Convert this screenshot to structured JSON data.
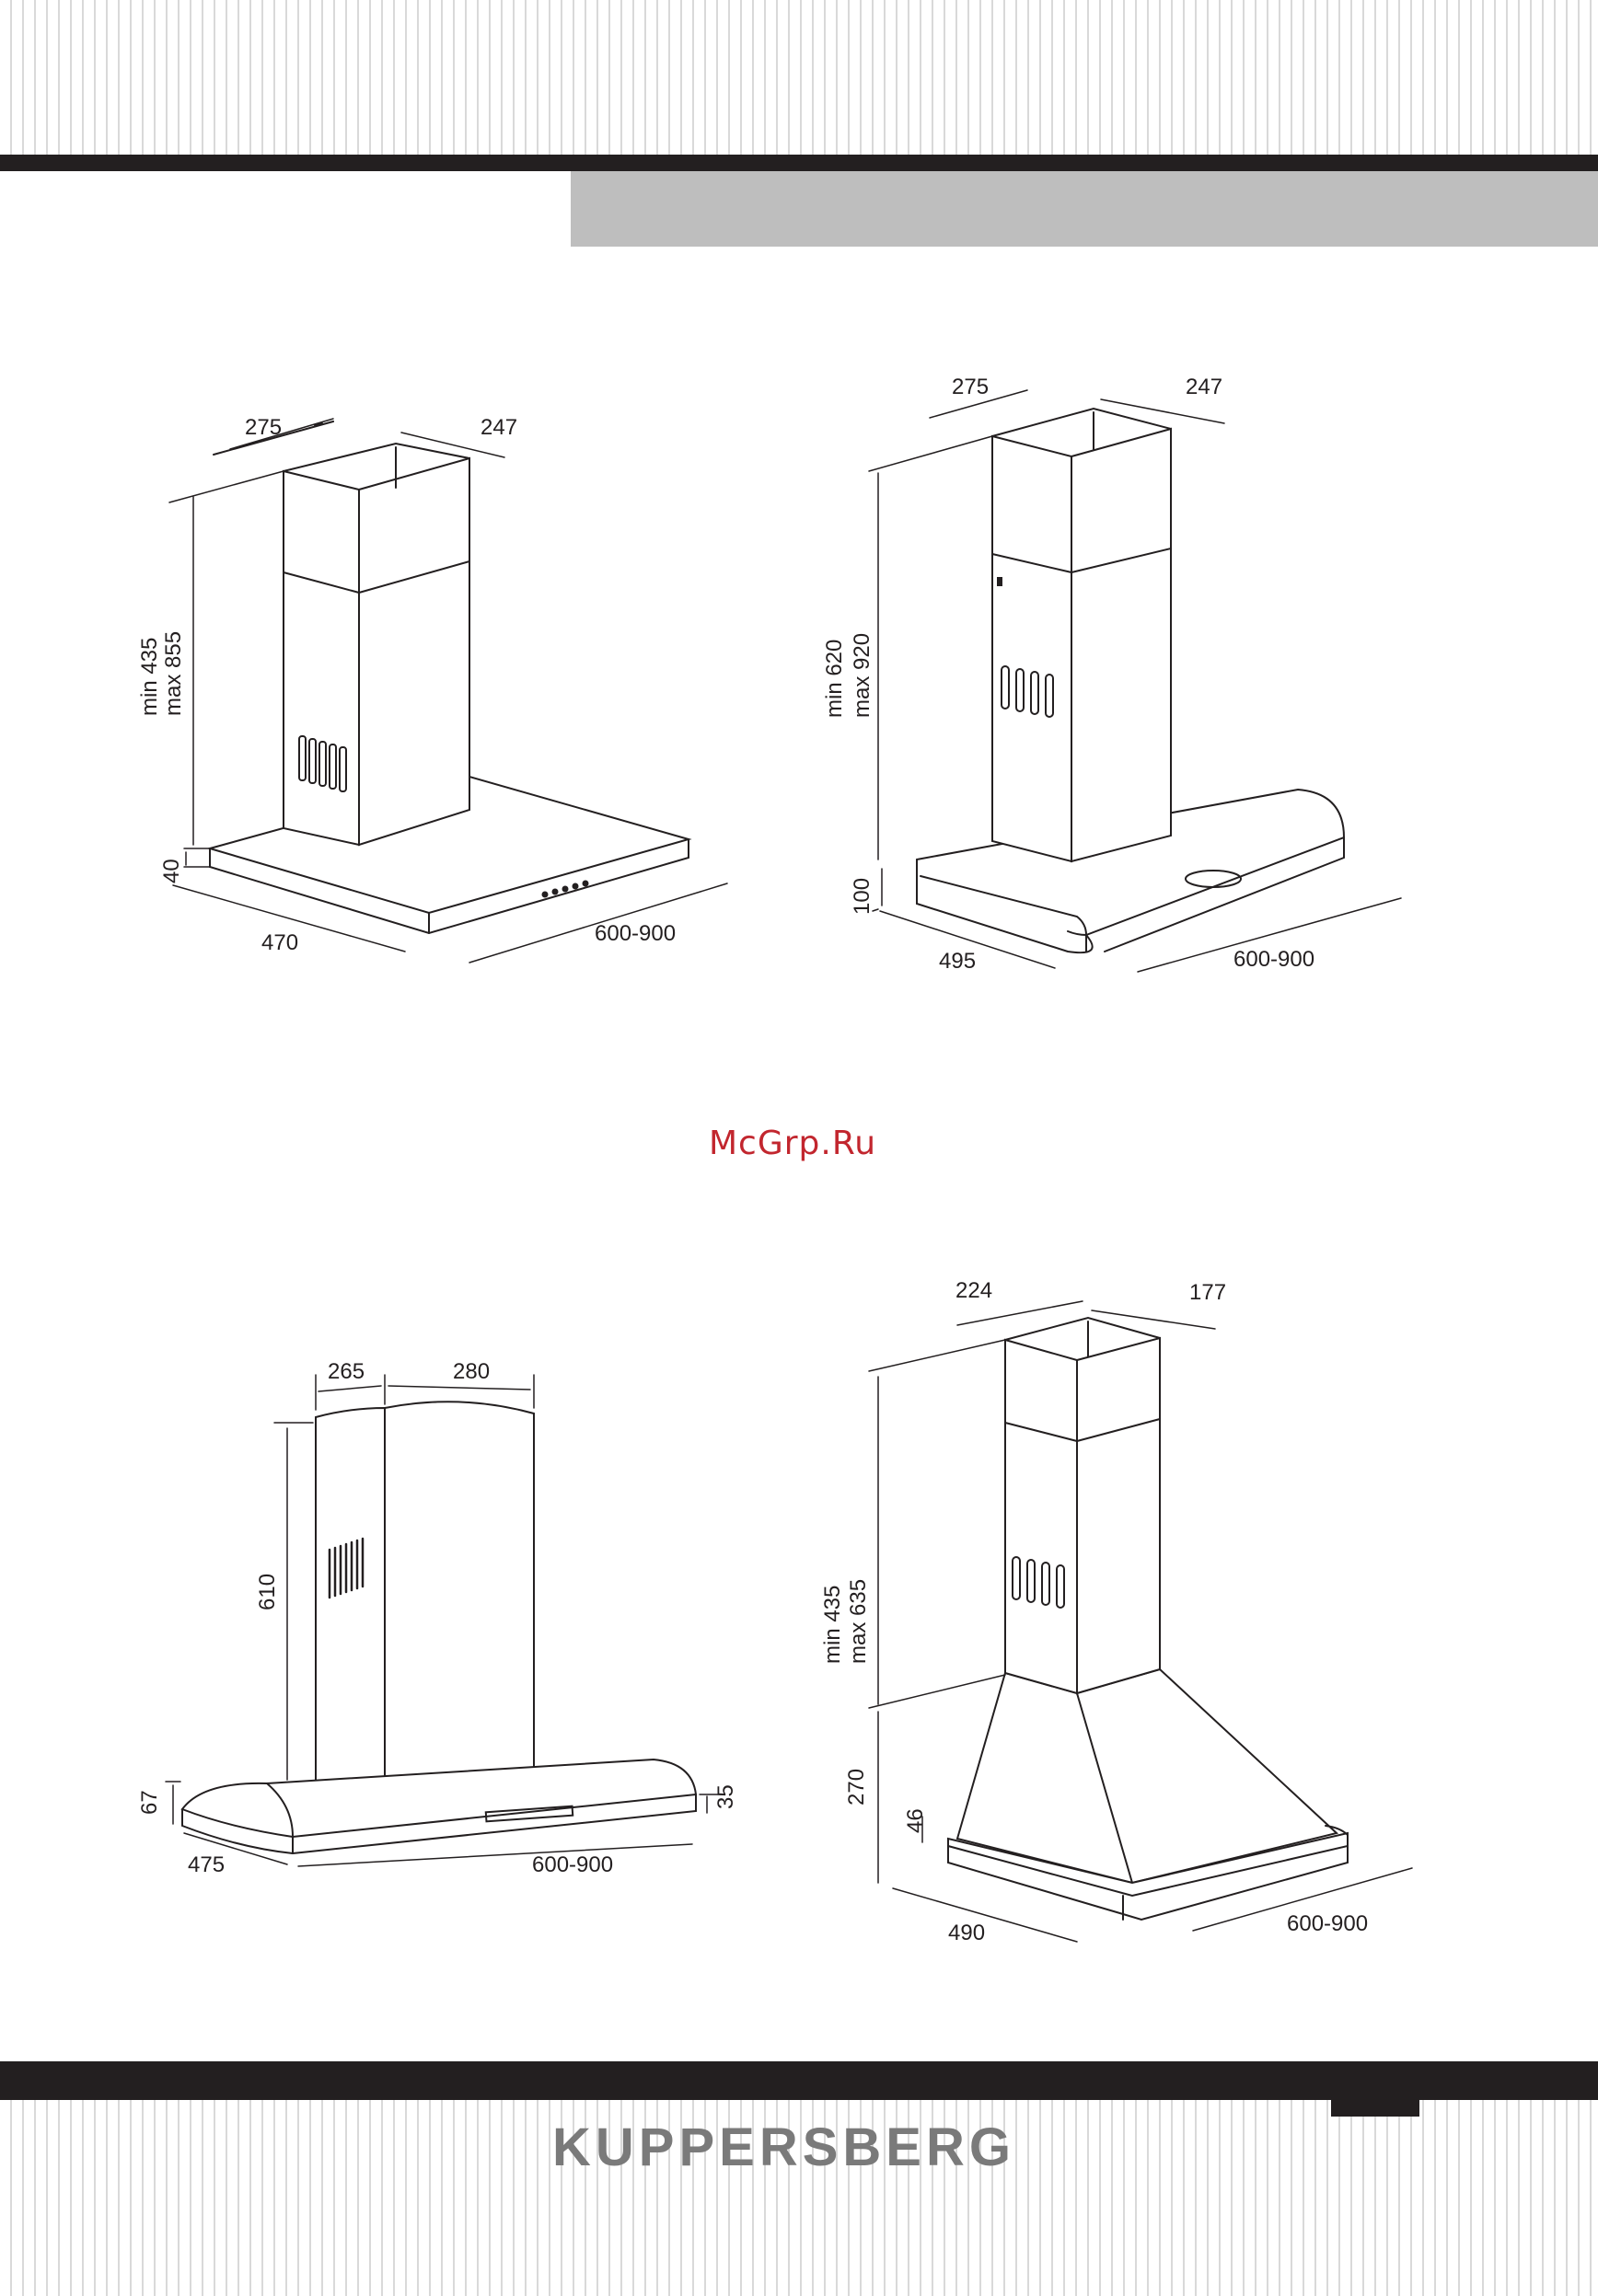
{
  "watermark": "McGrp.Ru",
  "brand": "KUPPERSBERG",
  "hoods": [
    {
      "name": "hood-1",
      "dims": {
        "d1": "275",
        "d2": "247",
        "height_min": "min 435",
        "height_max": "max 855",
        "base": "40",
        "depth": "470",
        "width": "600-900"
      }
    },
    {
      "name": "hood-2",
      "dims": {
        "d1": "275",
        "d2": "247",
        "height_min": "min 620",
        "height_max": "max 920",
        "base": "100",
        "depth": "495",
        "width": "600-900"
      }
    },
    {
      "name": "hood-3",
      "dims": {
        "d1": "265",
        "d2": "280",
        "height": "610",
        "base": "67",
        "front": "35",
        "depth": "475",
        "width": "600-900"
      }
    },
    {
      "name": "hood-4",
      "dims": {
        "d1": "224",
        "d2": "177",
        "height_min": "min 435",
        "height_max": "max 635",
        "canopy": "270",
        "base": "46",
        "depth": "490",
        "width": "600-900"
      }
    }
  ],
  "colors": {
    "ink": "#231f20",
    "accent_band": "#bebebe",
    "watermark": "#c2262e",
    "brand": "#7a7a7a"
  }
}
